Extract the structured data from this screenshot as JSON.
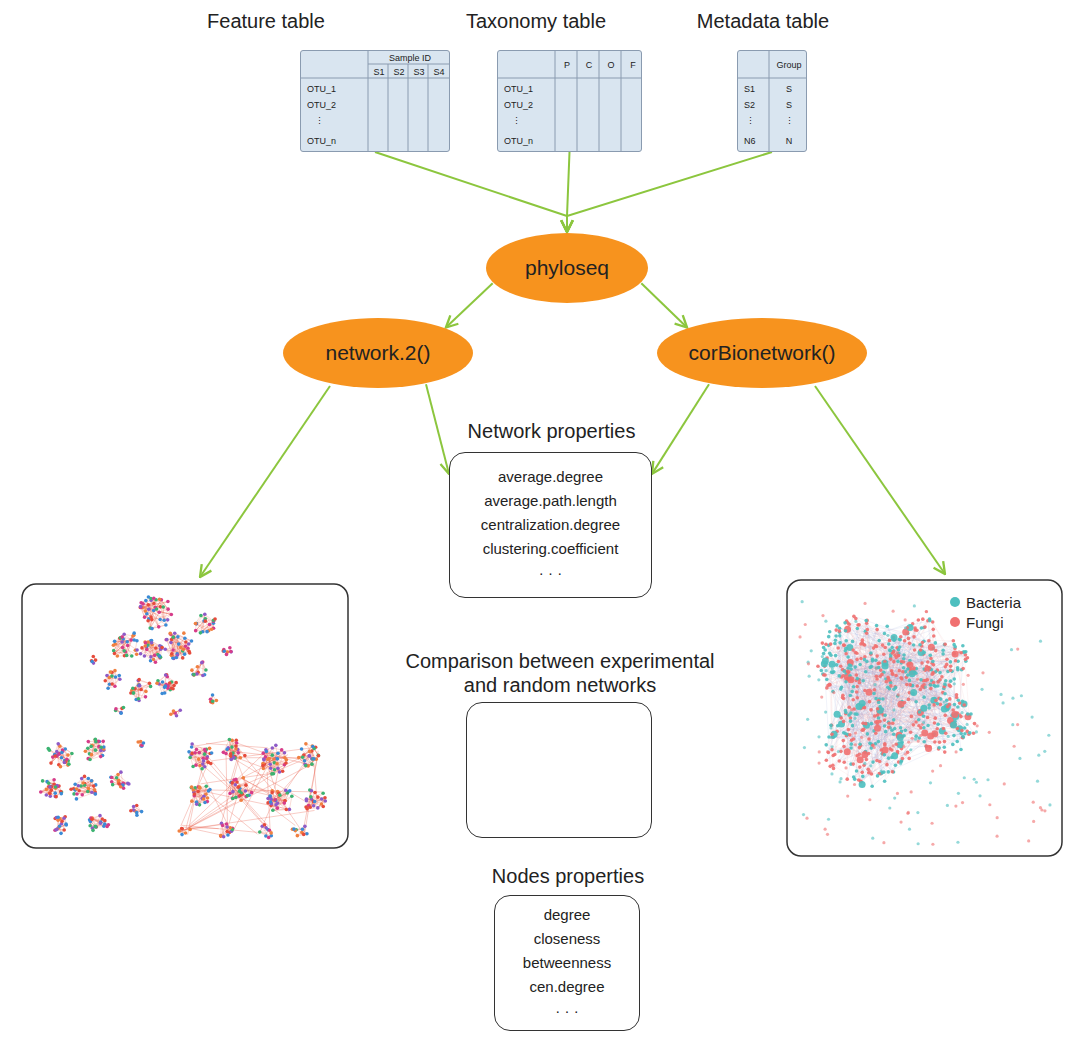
{
  "diagram": {
    "nodes": [
      {
        "text": [
          "Feature table"
        ]
      },
      {
        "text": [
          "Taxonomy table"
        ]
      },
      {
        "text": [
          "Metadata table"
        ]
      },
      {
        "text": [
          "phyloseq"
        ]
      },
      {
        "text": [
          "network.2()"
        ]
      },
      {
        "text": [
          "corBionetwork()"
        ]
      },
      {
        "text": [
          "Network properties",
          "average.degree",
          "average.path.length",
          "centralization.degree",
          "clustering.coefficient",
          "· · ·"
        ]
      },
      {
        "text": [
          "Comparison between experimental and random networks"
        ]
      },
      {
        "text": [
          "Nodes properties",
          "degree",
          "closeness",
          "betweenness",
          "cen.degree",
          "· · ·"
        ]
      }
    ],
    "edges": [
      {
        "from": 0,
        "to": 3,
        "arrow": "to"
      },
      {
        "from": 1,
        "to": 3,
        "arrow": "to"
      },
      {
        "from": 2,
        "to": 3,
        "arrow": "to"
      },
      {
        "from": 3,
        "to": 4,
        "arrow": "to"
      },
      {
        "from": 3,
        "to": 5,
        "arrow": "to"
      },
      {
        "from": 4,
        "to": 6,
        "arrow": "to"
      },
      {
        "from": 5,
        "to": 6,
        "arrow": "to"
      }
    ],
    "labels": [
      "Sample ID",
      "S1",
      "S2",
      "S3",
      "S4",
      "OTU_1",
      "OTU_2",
      "⋮",
      "OTU_n",
      "P",
      "C",
      "O",
      "F",
      "OTU_1",
      "OTU_2",
      "⋮",
      "OTU_n",
      "Group",
      "S1",
      "S2",
      "⋮",
      "N6",
      "S",
      "S",
      "⋮",
      "N"
    ],
    "legend": [
      {
        "text": "Bacteria",
        "color": "#4dbfbf"
      },
      {
        "text": "Fungi",
        "color": "#f07070"
      }
    ]
  }
}
